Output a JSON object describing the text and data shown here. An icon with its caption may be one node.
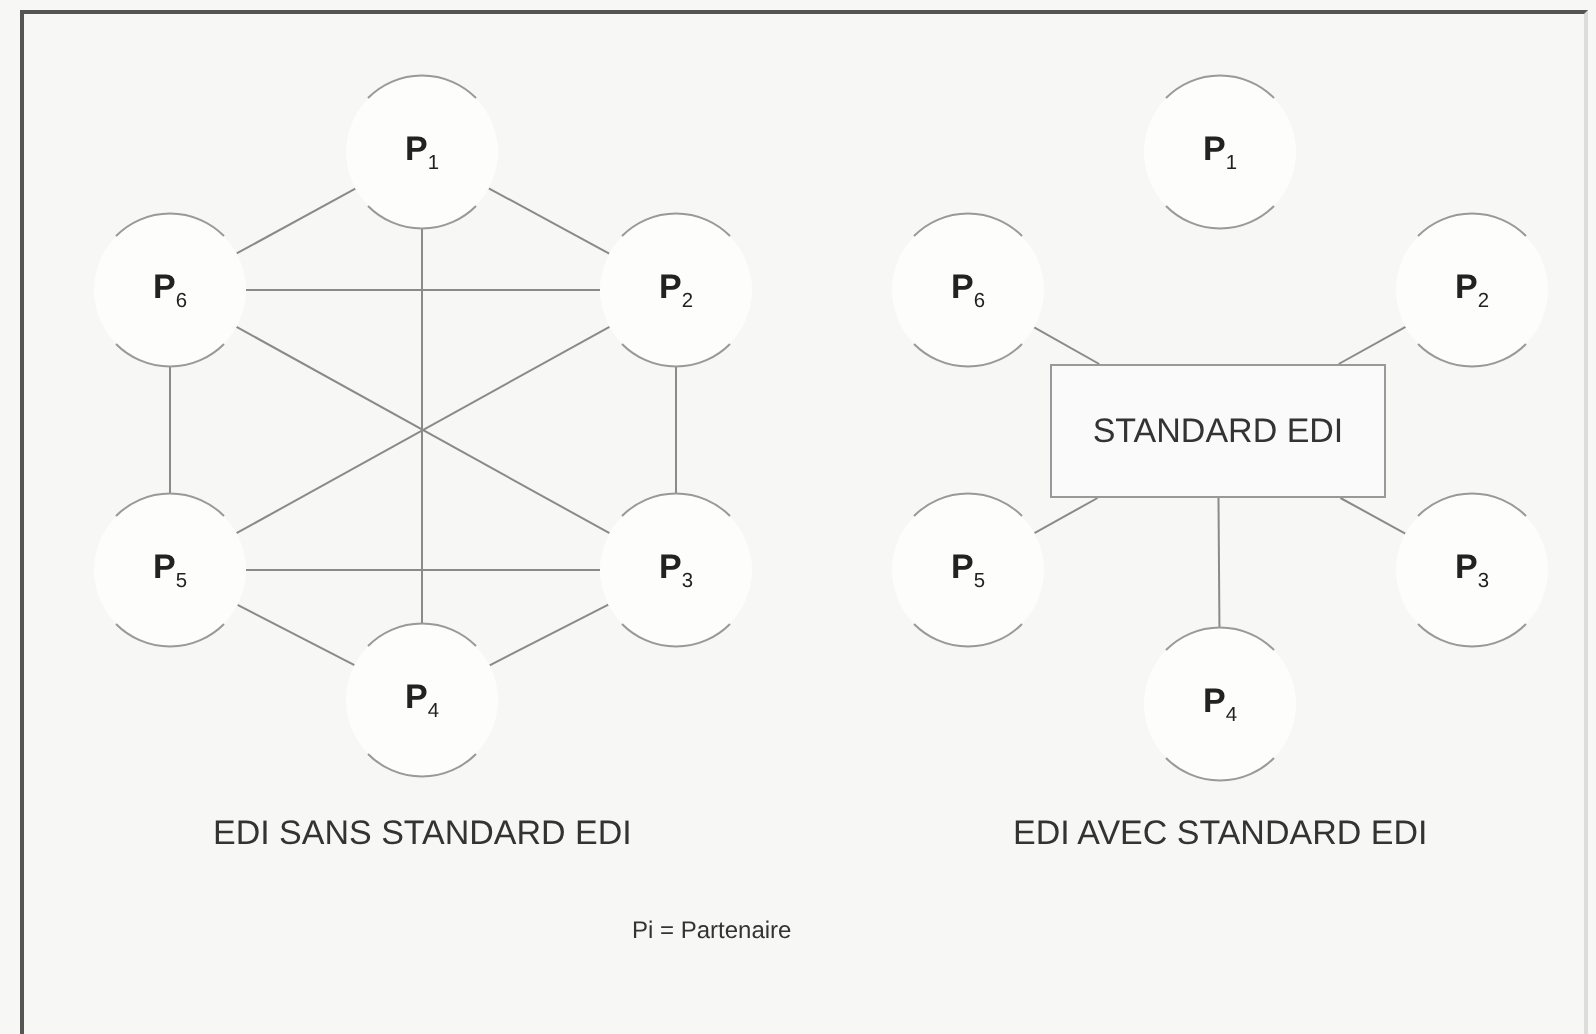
{
  "diagram": {
    "nodes": [
      {
        "text": [
          "P$_{1}$"
        ]
      },
      {
        "text": [
          "P$_{2}$"
        ]
      },
      {
        "text": [
          "P$_{3}$"
        ]
      },
      {
        "text": [
          "P$_{4}$"
        ]
      },
      {
        "text": [
          "P$_{5}$"
        ]
      },
      {
        "text": [
          "P$_{6}$"
        ]
      },
      {
        "text": [
          "P$_{1}$"
        ]
      },
      {
        "text": [
          "P$_{2}$"
        ]
      },
      {
        "text": [
          "P$_{3}$"
        ]
      },
      {
        "text": [
          "P$_{4}$"
        ]
      },
      {
        "text": [
          "P$_{5}$"
        ]
      },
      {
        "text": [
          "P$_{6}$"
        ]
      },
      {
        "text": [
          "STANDARD EDI"
        ]
      }
    ],
    "edges": [
      {
        "from": 0,
        "to": 5,
        "arrow": "none"
      },
      {
        "from": 0,
        "to": 1,
        "arrow": "none"
      },
      {
        "from": 0,
        "to": 3,
        "arrow": "none"
      },
      {
        "from": 5,
        "to": 1,
        "arrow": "none"
      },
      {
        "from": 5,
        "to": 2,
        "arrow": "none"
      },
      {
        "from": 4,
        "to": 1,
        "arrow": "none"
      },
      {
        "from": 5,
        "to": 4,
        "arrow": "none"
      },
      {
        "from": 1,
        "to": 2,
        "arrow": "none"
      },
      {
        "from": 4,
        "to": 2,
        "arrow": "none"
      },
      {
        "from": 4,
        "to": 3,
        "arrow": "none"
      },
      {
        "from": 2,
        "to": 3,
        "arrow": "none"
      },
      {
        "from": 11,
        "to": 12,
        "arrow": "none"
      },
      {
        "from": 7,
        "to": 12,
        "arrow": "none"
      },
      {
        "from": 10,
        "to": 12,
        "arrow": "none"
      },
      {
        "from": 8,
        "to": 12,
        "arrow": "none"
      },
      {
        "from": 9,
        "to": 12,
        "arrow": "none"
      }
    ],
    "labels": [
      "EDI SANS STANDARD EDI",
      "EDI AVEC STANDARD EDI",
      "Pi = Partenaire"
    ]
  }
}
